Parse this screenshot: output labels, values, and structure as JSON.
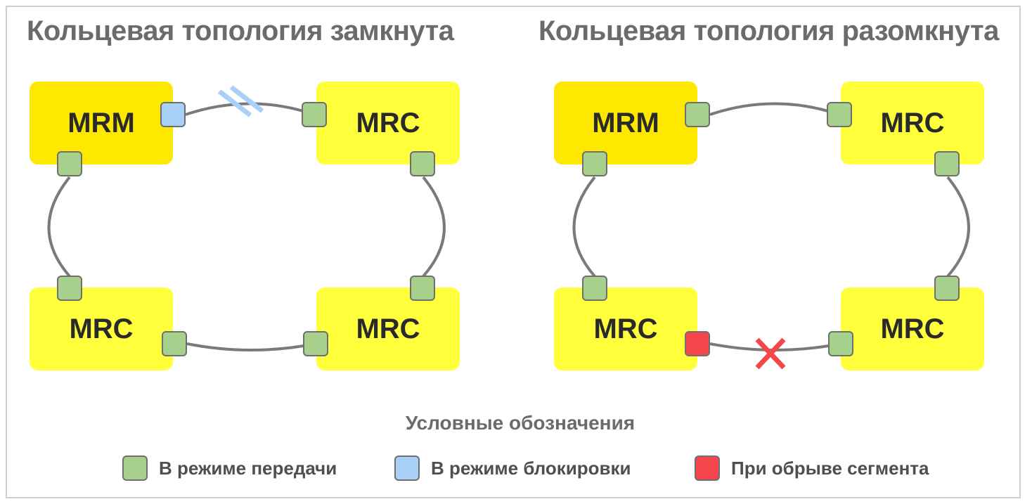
{
  "titles": {
    "closed": "Кольцевая топология замкнута",
    "open": "Кольцевая топология разомкнута"
  },
  "nodes": {
    "mrm": "MRM",
    "mrc": "MRC"
  },
  "legend": {
    "title": "Условные обозначения",
    "forwarding": "В режиме передачи",
    "blocking": "В режиме блокировки",
    "broken": "При обрыве сегмента"
  },
  "colors": {
    "mrm": "#ffe800",
    "mrc": "#ffff3c",
    "port_forwarding": "#a8d08d",
    "port_blocking": "#a9d1f7",
    "port_broken": "#f5474b",
    "wire": "#7a7a7a",
    "block_mark": "#a9d1f7",
    "break_mark": "#f5474b"
  },
  "icons": {
    "block_mark": "double-slash-icon",
    "break_mark": "x-cross-icon"
  }
}
